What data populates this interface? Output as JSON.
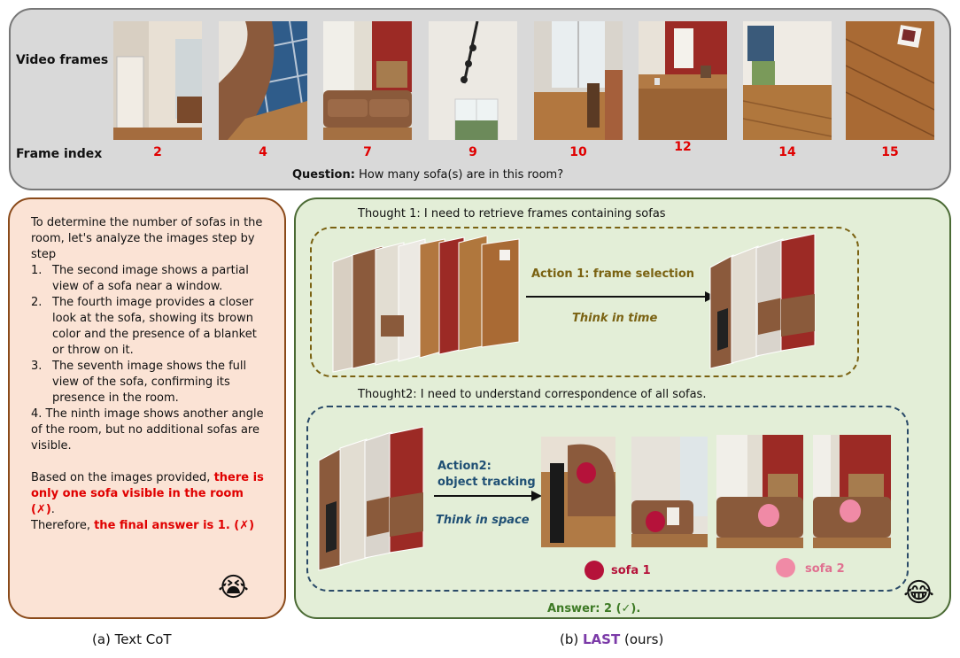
{
  "top": {
    "video_frames_label": "Video frames",
    "frame_index_label": "Frame index",
    "frames": [
      {
        "index": "2"
      },
      {
        "index": "4"
      },
      {
        "index": "7"
      },
      {
        "index": "9"
      },
      {
        "index": "10"
      },
      {
        "index": "12"
      },
      {
        "index": "14"
      },
      {
        "index": "15"
      }
    ],
    "question_label": "Question:",
    "question_text": "How many sofa(s) are in this room?"
  },
  "left": {
    "intro": "To determine the number of sofas in the room, let's analyze the images step by step",
    "steps": [
      {
        "n": "1.",
        "text": "The second image shows a partial view of a sofa near a window."
      },
      {
        "n": "2.",
        "text": "The fourth image provides a closer look at the sofa, showing its brown color and the presence of a blanket or throw on it."
      },
      {
        "n": "3.",
        "text": "The seventh image shows the full view of the sofa, confirming its presence in the room."
      },
      {
        "n": "4.",
        "text": "The ninth image shows another angle of the room, but no additional sofas are visible."
      }
    ],
    "conclusion_pre": "Based on the images provided, ",
    "conclusion_red": "there is only one sofa visible in the room (✗)",
    "conclusion_end": ".",
    "therefore_pre": "Therefore, ",
    "therefore_red": "the final answer is 1. (✗)",
    "emoji": "😭"
  },
  "right": {
    "thought1": "Thought 1: I need to retrieve frames containing sofas",
    "action1": "Action 1: frame selection",
    "think_time": "Think in time",
    "thought2": "Thought2: I need to understand correspondence of all sofas.",
    "action2_line1": "Action2:",
    "action2_line2": "object tracking",
    "think_space": "Think in space",
    "sofa1_label": "sofa 1",
    "sofa2_label": "sofa 2",
    "answer": "Answer: 2 (✓).",
    "emoji": "😂",
    "colors": {
      "sofa1": "#b5123a",
      "sofa2": "#f08aa6"
    }
  },
  "captions": {
    "a": "(a) Text CoT",
    "b_pre": "(b) ",
    "b_last": "LAST",
    "b_post": " (ours)"
  }
}
